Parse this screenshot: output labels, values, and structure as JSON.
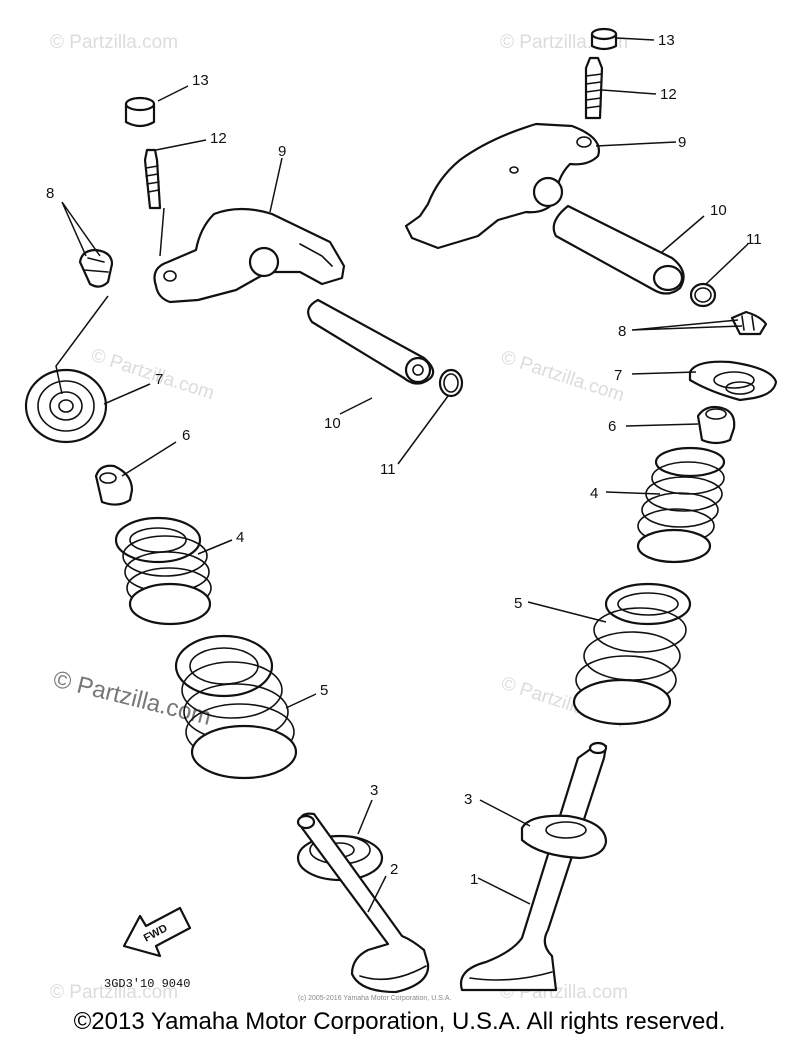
{
  "callouts": {
    "c1": "1",
    "c2": "2",
    "c3a": "3",
    "c3b": "3",
    "c4a": "4",
    "c4b": "4",
    "c5a": "5",
    "c5b": "5",
    "c6a": "6",
    "c6b": "6",
    "c7a": "7",
    "c7b": "7",
    "c8a": "8",
    "c8b": "8",
    "c9a": "9",
    "c9b": "9",
    "c10a": "10",
    "c10b": "10",
    "c11a": "11",
    "c11b": "11",
    "c12a": "12",
    "c12b": "12",
    "c13a": "13",
    "c13b": "13"
  },
  "watermark": {
    "large": "© Partzilla.com",
    "small": "© Partzilla.com"
  },
  "diagram_code": "3GD3'10 9040",
  "fwd_label": "FWD",
  "small_copyright": "(c) 2005-2016 Yamaha Motor Corporation, U.S.A.",
  "footer_copyright": "©2013 Yamaha Motor Corporation, U.S.A. All rights reserved."
}
